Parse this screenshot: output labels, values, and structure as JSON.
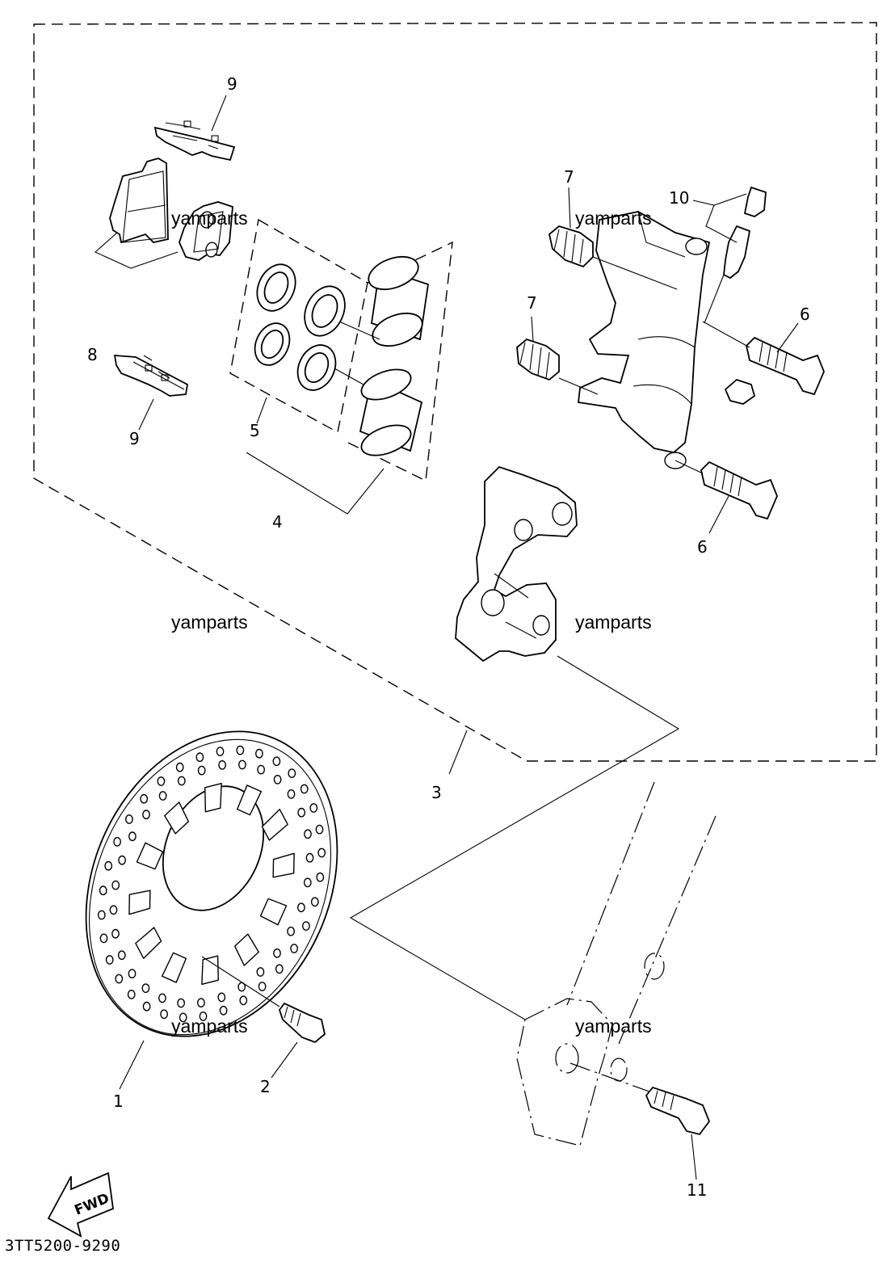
{
  "callouts": [
    {
      "id": "c9a",
      "text": "9"
    },
    {
      "id": "c7a",
      "text": "7"
    },
    {
      "id": "c10",
      "text": "10"
    },
    {
      "id": "c7b",
      "text": "7"
    },
    {
      "id": "c6a",
      "text": "6"
    },
    {
      "id": "c8",
      "text": "8"
    },
    {
      "id": "c9b",
      "text": "9"
    },
    {
      "id": "c5",
      "text": "5"
    },
    {
      "id": "c4",
      "text": "4"
    },
    {
      "id": "c6b",
      "text": "6"
    },
    {
      "id": "c3",
      "text": "3"
    },
    {
      "id": "c1",
      "text": "1"
    },
    {
      "id": "c2",
      "text": "2"
    },
    {
      "id": "c11",
      "text": "11"
    }
  ],
  "watermarks": [
    "yamparts",
    "yamparts",
    "yamparts",
    "yamparts",
    "yamparts",
    "yamparts"
  ],
  "fwd_label": "FWD",
  "diagram_code": "3TT5200-9290"
}
